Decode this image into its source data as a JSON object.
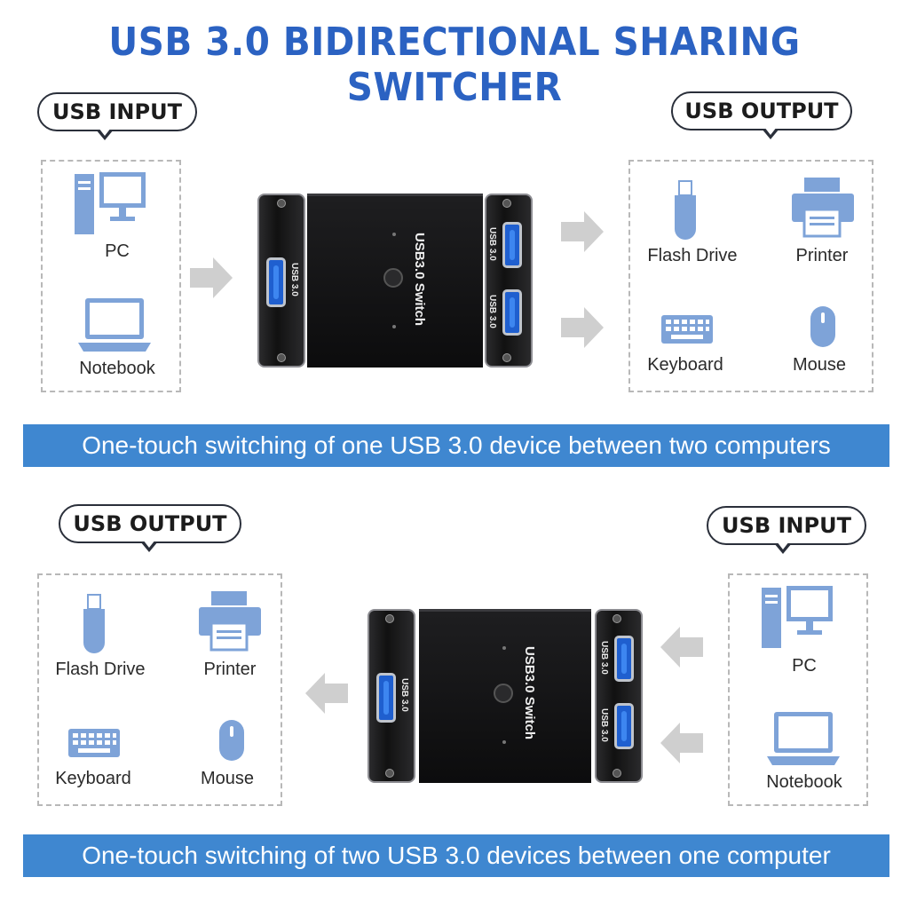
{
  "title": "USB 3.0 BIDIRECTIONAL SHARING SWITCHER",
  "colors": {
    "accent": "#2b62c2",
    "banner": "#3f87d0",
    "icon": "#7ea3d8",
    "arrow": "#cfcfcf"
  },
  "top": {
    "input_label": "USB INPUT",
    "output_label": "USB OUTPUT",
    "inputs": [
      "PC",
      "Notebook"
    ],
    "outputs": [
      "Flash Drive",
      "Printer",
      "Keyboard",
      "Mouse"
    ],
    "banner": "One-touch switching of one USB 3.0 device between two computers"
  },
  "bottom": {
    "output_label": "USB OUTPUT",
    "input_label": "USB INPUT",
    "outputs": [
      "Flash Drive",
      "Printer",
      "Keyboard",
      "Mouse"
    ],
    "inputs": [
      "PC",
      "Notebook"
    ],
    "banner": "One-touch switching of two USB 3.0 devices between one computer"
  },
  "device": {
    "switch_label": "USB3.0 Switch",
    "port_label": "USB 3.0"
  }
}
